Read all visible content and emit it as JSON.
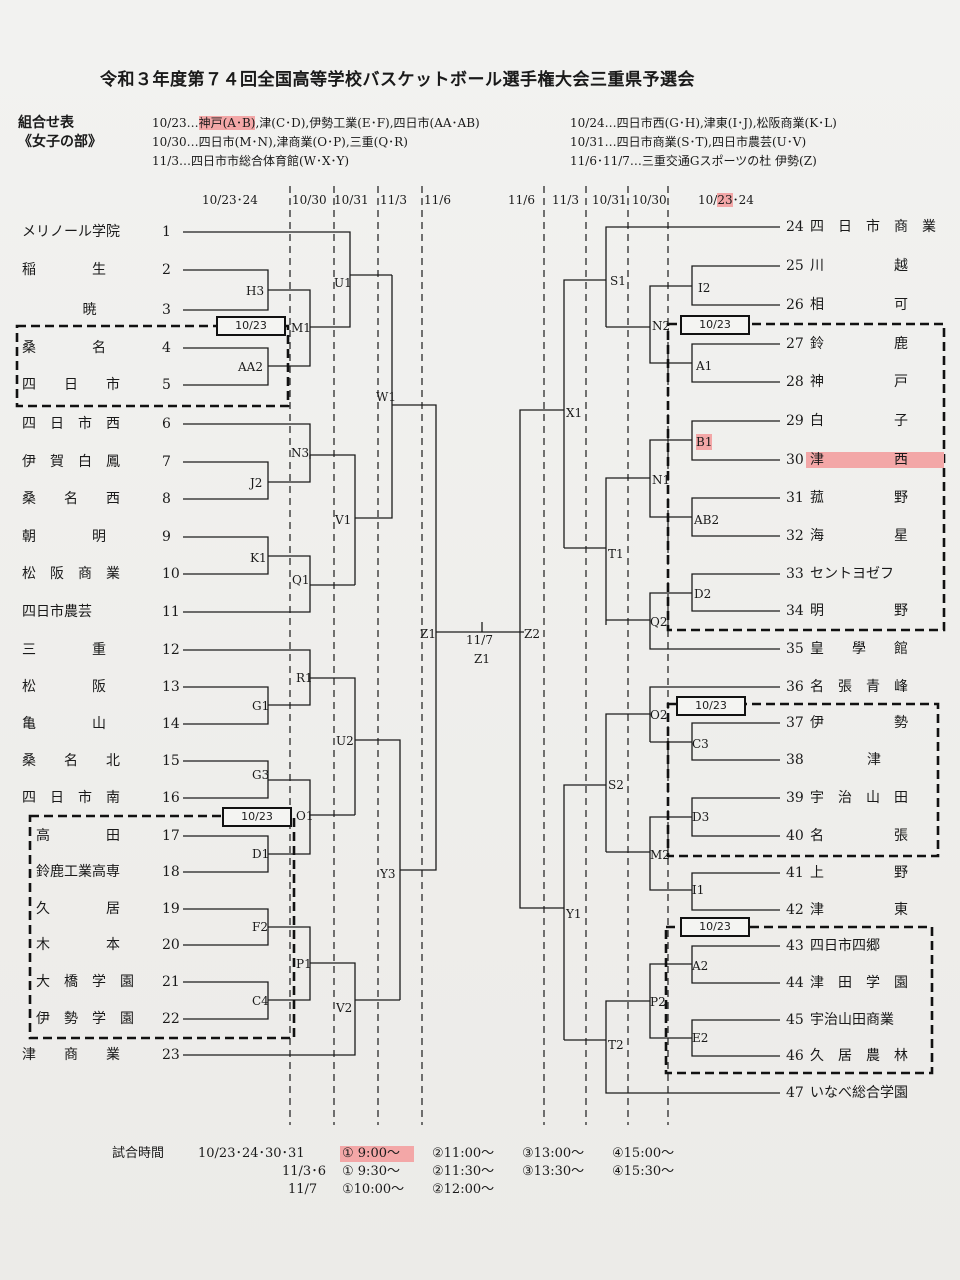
{
  "title": "令和３年度第７４回全国高等学校バスケットボール選手権大会三重県予選会",
  "header": {
    "label1": "組合せ表",
    "label2": "《女子の部》",
    "sched_l1_pre": "10/23…",
    "sched_l1_hl": "神戸(A･B)",
    "sched_l1_post": ",津(C･D),伊勢工業(E･F),四日市(AA･AB)",
    "sched_l2": "10/30…四日市(M･N),津商業(O･P),三重(Q･R)",
    "sched_l3": "11/3…四日市市総合体育館(W･X･Y)",
    "sched_r1": "10/24…四日市西(G･H),津東(I･J),松阪商業(K･L)",
    "sched_r2": "10/31…四日市商業(S･T),四日市農芸(U･V)",
    "sched_r3": "11/6･11/7…三重交通Gスポーツの杜 伊勢(Z)"
  },
  "dates_left": [
    "10/23･24",
    "10/30",
    "10/31",
    "11/3",
    "11/6"
  ],
  "dates_right": [
    "11/6",
    "11/3",
    "10/31",
    "10/30"
  ],
  "date_right_last_pre": "10/",
  "date_right_last_hl": "23",
  "date_right_last_post": "･24",
  "left_teams": [
    {
      "name": "メリノール学院",
      "seed": "1"
    },
    {
      "name": "稲　　　　生",
      "seed": "2"
    },
    {
      "name": "暁",
      "seed": "3"
    },
    {
      "name": "桑　　　　名",
      "seed": "4"
    },
    {
      "name": "四　　日　　市",
      "seed": "5"
    },
    {
      "name": "四　日　市　西",
      "seed": "6"
    },
    {
      "name": "伊　賀　白　鳳",
      "seed": "7"
    },
    {
      "name": "桑　　名　　西",
      "seed": "8"
    },
    {
      "name": "朝　　　　明",
      "seed": "9"
    },
    {
      "name": "松　阪　商　業",
      "seed": "10"
    },
    {
      "name": "四日市農芸",
      "seed": "11"
    },
    {
      "name": "三　　　　重",
      "seed": "12"
    },
    {
      "name": "松　　　　阪",
      "seed": "13"
    },
    {
      "name": "亀　　　　山",
      "seed": "14"
    },
    {
      "name": "桑　　名　　北",
      "seed": "15"
    },
    {
      "name": "四　日　市　南",
      "seed": "16"
    },
    {
      "name": "高　　　　田",
      "seed": "17"
    },
    {
      "name": "鈴鹿工業高専",
      "seed": "18"
    },
    {
      "name": "久　　　　居",
      "seed": "19"
    },
    {
      "name": "木　　　　本",
      "seed": "20"
    },
    {
      "name": "大　橋　学　園",
      "seed": "21"
    },
    {
      "name": "伊　勢　学　園",
      "seed": "22"
    },
    {
      "name": "津　　商　　業",
      "seed": "23"
    }
  ],
  "right_teams": [
    {
      "seed": "24",
      "name": "四　日　市　商　業"
    },
    {
      "seed": "25",
      "name": "川　　　　　越"
    },
    {
      "seed": "26",
      "name": "相　　　　　可"
    },
    {
      "seed": "27",
      "name": "鈴　　　　　鹿"
    },
    {
      "seed": "28",
      "name": "神　　　　　戸"
    },
    {
      "seed": "29",
      "name": "白　　　　　子"
    },
    {
      "seed": "30",
      "name": "津　　　　　西"
    },
    {
      "seed": "31",
      "name": "菰　　　　　野"
    },
    {
      "seed": "32",
      "name": "海　　　　　星"
    },
    {
      "seed": "33",
      "name": "セントヨゼフ"
    },
    {
      "seed": "34",
      "name": "明　　　　　野"
    },
    {
      "seed": "35",
      "name": "皇　　學　　館"
    },
    {
      "seed": "36",
      "name": "名　張　青　峰"
    },
    {
      "seed": "37",
      "name": "伊　　　　　勢"
    },
    {
      "seed": "38",
      "name": "津"
    },
    {
      "seed": "39",
      "name": "宇　治　山　田"
    },
    {
      "seed": "40",
      "name": "名　　　　　張"
    },
    {
      "seed": "41",
      "name": "上　　　　　野"
    },
    {
      "seed": "42",
      "name": "津　　　　　東"
    },
    {
      "seed": "43",
      "name": "四日市四郷"
    },
    {
      "seed": "44",
      "name": "津　田　学　園"
    },
    {
      "seed": "45",
      "name": "宇治山田商業"
    },
    {
      "seed": "46",
      "name": "久　居　農　林"
    },
    {
      "seed": "47",
      "name": "いなべ総合学園"
    }
  ],
  "nodes_left": [
    "H3",
    "M1",
    "AA2",
    "U1",
    "N3",
    "J2",
    "W1",
    "V1",
    "K1",
    "Q1",
    "R1",
    "G1",
    "U2",
    "G3",
    "O1",
    "D1",
    "Y3",
    "F2",
    "P1",
    "C4",
    "V2",
    "Z1"
  ],
  "nodes_right": [
    "S1",
    "I2",
    "N2",
    "A1",
    "X1",
    "B1",
    "N1",
    "AB2",
    "T1",
    "D2",
    "Q2",
    "Z2",
    "O2",
    "C3",
    "S2",
    "D3",
    "M2",
    "I1",
    "Y1",
    "A2",
    "P2",
    "E2",
    "T2"
  ],
  "final": {
    "date": "11/7",
    "label": "Z1"
  },
  "box_label": "10/23",
  "times": {
    "label": "試合時間",
    "row1_date": "10/23･24･30･31",
    "row1_t1": "① 9:00～",
    "row1_t2": "②11:00～",
    "row1_t3": "③13:00～",
    "row1_t4": "④15:00～",
    "row2_date": "11/3･6",
    "row2_t1": "① 9:30～",
    "row2_t2": "②11:30～",
    "row2_t3": "③13:30～",
    "row2_t4": "④15:30～",
    "row3_date": "11/7",
    "row3_t1": "①10:00～",
    "row3_t2": "②12:00～"
  }
}
